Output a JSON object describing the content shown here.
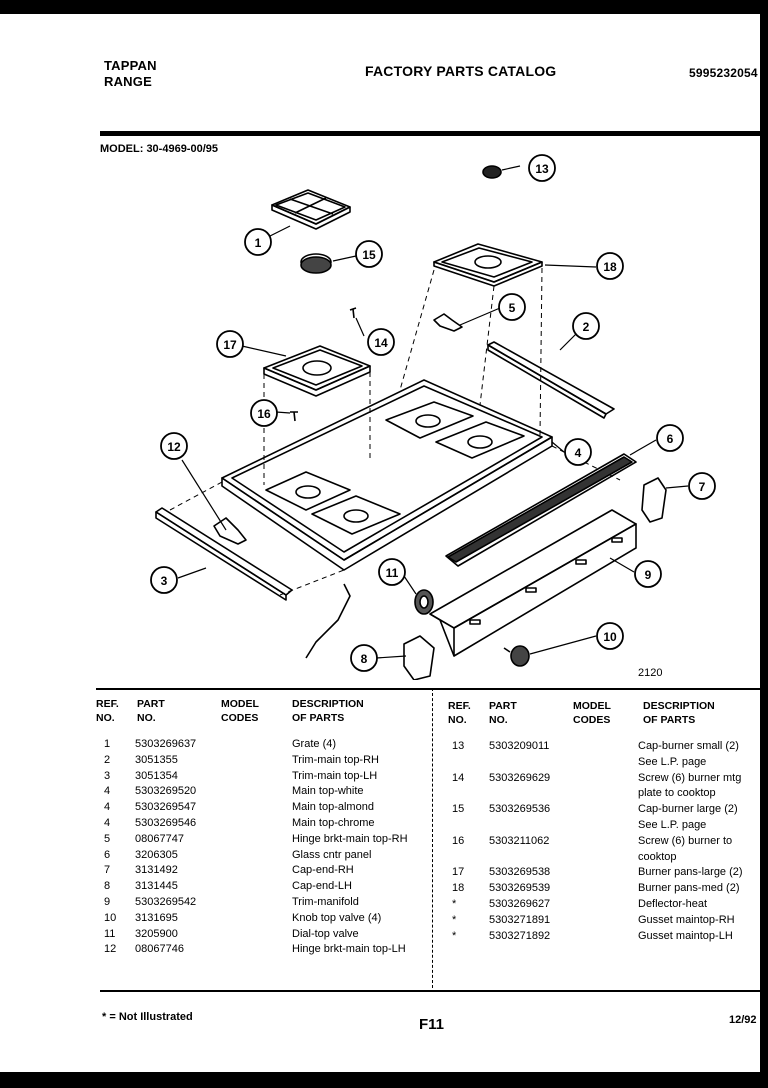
{
  "header": {
    "brand_line1": "TAPPAN",
    "brand_line2": "RANGE",
    "title": "FACTORY PARTS CATALOG",
    "doc_number": "5995232054",
    "model": "MODEL: 30-4969-00/95"
  },
  "diagram": {
    "figure_code": "2120",
    "callouts": [
      "1",
      "2",
      "3",
      "4",
      "5",
      "6",
      "7",
      "8",
      "9",
      "10",
      "11",
      "12",
      "13",
      "14",
      "15",
      "16",
      "17",
      "18"
    ]
  },
  "table_headers": {
    "ref_line1": "REF.",
    "ref_line2": "NO.",
    "part_line1": "PART",
    "part_line2": "NO.",
    "model_line1": "MODEL",
    "model_line2": "CODES",
    "desc_line1": "DESCRIPTION",
    "desc_line2": "OF PARTS"
  },
  "parts_left": [
    {
      "ref": "1",
      "part": "5303269637",
      "desc": "Grate (4)"
    },
    {
      "ref": "2",
      "part": "3051355",
      "desc": "Trim-main top-RH"
    },
    {
      "ref": "3",
      "part": "3051354",
      "desc": "Trim-main top-LH"
    },
    {
      "ref": "4",
      "part": "5303269520",
      "desc": "Main top-white"
    },
    {
      "ref": "4",
      "part": "5303269547",
      "desc": "Main top-almond"
    },
    {
      "ref": "4",
      "part": "5303269546",
      "desc": "Main top-chrome"
    },
    {
      "ref": "5",
      "part": "08067747",
      "desc": "Hinge brkt-main top-RH"
    },
    {
      "ref": "6",
      "part": "3206305",
      "desc": "Glass cntr panel"
    },
    {
      "ref": "7",
      "part": "3131492",
      "desc": "Cap-end-RH"
    },
    {
      "ref": "8",
      "part": "3131445",
      "desc": "Cap-end-LH"
    },
    {
      "ref": "9",
      "part": "5303269542",
      "desc": "Trim-manifold"
    },
    {
      "ref": "10",
      "part": "3131695",
      "desc": "Knob top valve (4)"
    },
    {
      "ref": "11",
      "part": "3205900",
      "desc": "Dial-top valve"
    },
    {
      "ref": "12",
      "part": "08067746",
      "desc": "Hinge brkt-main top-LH"
    }
  ],
  "parts_right": [
    {
      "ref": "13",
      "part": "5303209011",
      "desc": "Cap-burner small (2)"
    },
    {
      "ref": "",
      "part": "",
      "desc": "See L.P. page"
    },
    {
      "ref": "14",
      "part": "5303269629",
      "desc": "Screw (6) burner mtg"
    },
    {
      "ref": "",
      "part": "",
      "desc": "plate to cooktop"
    },
    {
      "ref": "15",
      "part": "5303269536",
      "desc": "Cap-burner large (2)"
    },
    {
      "ref": "",
      "part": "",
      "desc": "See L.P. page"
    },
    {
      "ref": "16",
      "part": "5303211062",
      "desc": "Screw (6) burner to"
    },
    {
      "ref": "",
      "part": "",
      "desc": "cooktop"
    },
    {
      "ref": "17",
      "part": "5303269538",
      "desc": "Burner pans-large (2)"
    },
    {
      "ref": "18",
      "part": "5303269539",
      "desc": "Burner pans-med (2)"
    },
    {
      "ref": "*",
      "part": "5303269627",
      "desc": "Deflector-heat"
    },
    {
      "ref": "*",
      "part": "5303271891",
      "desc": "Gusset maintop-RH"
    },
    {
      "ref": "*",
      "part": "5303271892",
      "desc": "Gusset maintop-LH"
    }
  ],
  "footer": {
    "note": "* = Not Illustrated",
    "page": "F11",
    "date": "12/92"
  }
}
